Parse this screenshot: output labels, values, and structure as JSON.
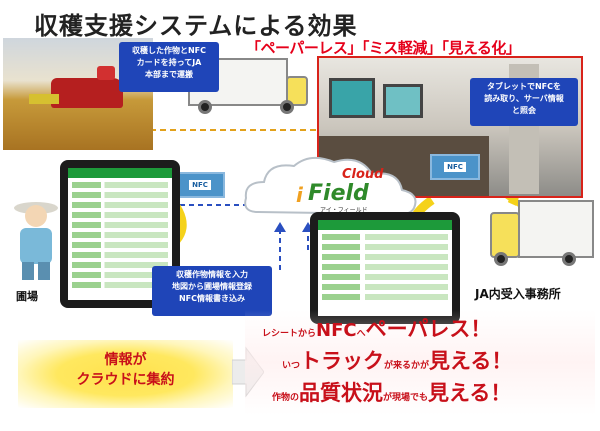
{
  "title": "収穫支援システムによる効果",
  "slogan": "「ペーパーレス」「ミス軽減」「見える化」",
  "callouts": {
    "transport": [
      "収穫した作物とNFC",
      "カードを持ってJA",
      "本部まで運搬"
    ],
    "register": [
      "収穫作物情報を入力",
      "地図から圃場情報登録",
      "NFC情報書き込み"
    ],
    "tablet_read": [
      "タブレットでNFCを",
      "読み取り、サーバ情報",
      "と照会"
    ]
  },
  "nfc_label": "NFC",
  "cloud": {
    "brand_cloud": "Cloud",
    "brand_logo": "Field",
    "brand_i": "i",
    "brand_sub": "アイ・フィールド"
  },
  "labels": {
    "farm": "圃場",
    "office": "JA内受入事務所"
  },
  "summary": [
    "情報が",
    "クラウドに集約"
  ],
  "effects": [
    {
      "parts": [
        {
          "t": "レシートから",
          "sz": "s"
        },
        {
          "t": "NFC",
          "sz": "m"
        },
        {
          "t": "へ",
          "sz": "s"
        },
        {
          "t": "ペーパレス！",
          "sz": "l"
        }
      ]
    },
    {
      "parts": [
        {
          "t": "いつ",
          "sz": "s"
        },
        {
          "t": "トラック",
          "sz": "l"
        },
        {
          "t": "が来るかが",
          "sz": "s"
        },
        {
          "t": "見える！",
          "sz": "l"
        }
      ]
    },
    {
      "parts": [
        {
          "t": "作物の",
          "sz": "s"
        },
        {
          "t": "品質状況",
          "sz": "l"
        },
        {
          "t": "が現場でも",
          "sz": "s"
        },
        {
          "t": "見える！",
          "sz": "l"
        }
      ]
    }
  ],
  "colors": {
    "accent_red": "#e6001a",
    "callout_blue": "#1f45b8",
    "arrow_yellow": "#f5d21a",
    "dash_blue": "#2a4fc0"
  }
}
